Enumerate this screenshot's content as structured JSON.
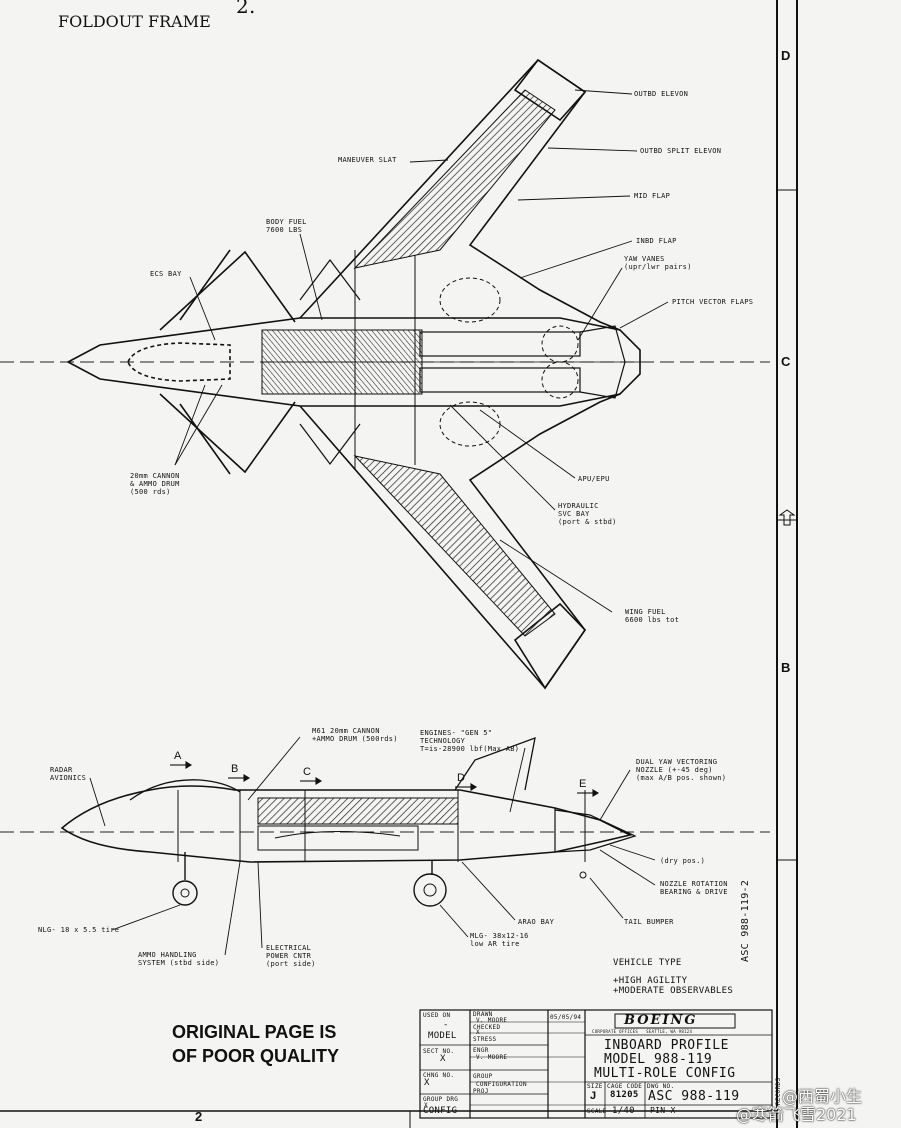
{
  "header": {
    "foldout": "FOLDOUT FRAME",
    "handwritten_mark": "2."
  },
  "zones": {
    "d": "D",
    "c": "C",
    "b": "B"
  },
  "sheet_number": "2",
  "plan_callouts": {
    "outbd_elevon": "OUTBD ELEVON",
    "outbd_split_elevon": "OUTBD SPLIT ELEVON",
    "maneuver_slat": "MANEUVER SLAT",
    "mid_flap": "MID FLAP",
    "inbd_flap": "INBD FLAP",
    "body_fuel": "BODY FUEL\n7600 LBS",
    "yaw_vanes": "YAW VANES\n(upr/lwr pairs)",
    "ecs_bay": "ECS BAY",
    "pitch_vector_flaps": "PITCH VECTOR FLAPS",
    "cannon": "20mm CANNON\n& AMMO DRUM\n(500 rds)",
    "apu_epu": "APU/EPU",
    "hydraulic": "HYDRAULIC\nSVC BAY\n(port & stbd)",
    "wing_fuel": "WING FUEL\n6600 lbs tot"
  },
  "profile_callouts": {
    "m61": "M61 20mm CANNON\n+AMMO DRUM (500rds)",
    "engines": "ENGINES- \"GEN 5\"\nTECHNOLOGY\nT=is-28900 lbf(Max AB)",
    "radar": "RADAR\nAVIONICS",
    "dual_yaw": "DUAL YAW VECTORING\nNOZZLE (+-45 deg)\n(max A/B pos. shown)",
    "dry_pos": "(dry pos.)",
    "nozzle_rotation": "NOZZLE ROTATION\nBEARING & DRIVE",
    "tail_bumper": "TAIL BUMPER",
    "arao_bay": "ARAO BAY",
    "mlg": "MLG- 38x12-16\nlow AR tire",
    "nlg": "NLG- 18 x 5.5 tire",
    "ammo_handling": "AMMO HANDLING\nSYSTEM (stbd side)",
    "electrical": "ELECTRICAL\nPOWER CNTR\n(port side)"
  },
  "sections": {
    "a": "A",
    "b": "B",
    "c": "C",
    "d": "D",
    "e": "E"
  },
  "vehicle_type": {
    "title": "VEHICLE TYPE",
    "line1": "+HIGH AGILITY",
    "line2": "+MODERATE OBSERVABLES"
  },
  "quality_note": "ORIGINAL PAGE IS\nOF POOR QUALITY",
  "title_block": {
    "used_on": "USED ON",
    "dash": "-",
    "model": "MODEL",
    "drawn": "DRAWN",
    "drawn_name": "V. MOORE",
    "date": "05/05/94",
    "checked": "CHECKED",
    "x": "X",
    "stress": "STRESS",
    "sect_no": "SECT NO.",
    "engr": "ENGR",
    "engr_name": "V. MOORE",
    "chng_no": "CHNG NO.",
    "group": "GROUP",
    "configuration": "CONFIGURATION",
    "proj": "PROJ",
    "group_drg": "GROUP DRG",
    "config": "CONFIG",
    "company": "BOEING",
    "company_sub": "CORPORATE OFFICES   SEATTLE, WA 98124",
    "line1": "INBOARD PROFILE",
    "line2": "MODEL 988-119",
    "line3": "MULTI-ROLE CONFIG",
    "size_label": "SIZE",
    "size": "J",
    "cage_label": "CAGE CODE",
    "cage": "81205",
    "dwg_label": "DWG NO.",
    "dwg": "ASC 988-119",
    "scale_label": "SCALE",
    "scale": "1/40",
    "pin": "PIN X",
    "side_dwg": "ASC 988-119-2",
    "records": "RECORDS"
  },
  "watermark": {
    "line1": "@西蜀小生",
    "line2": "@寒箭飞雪2021"
  }
}
